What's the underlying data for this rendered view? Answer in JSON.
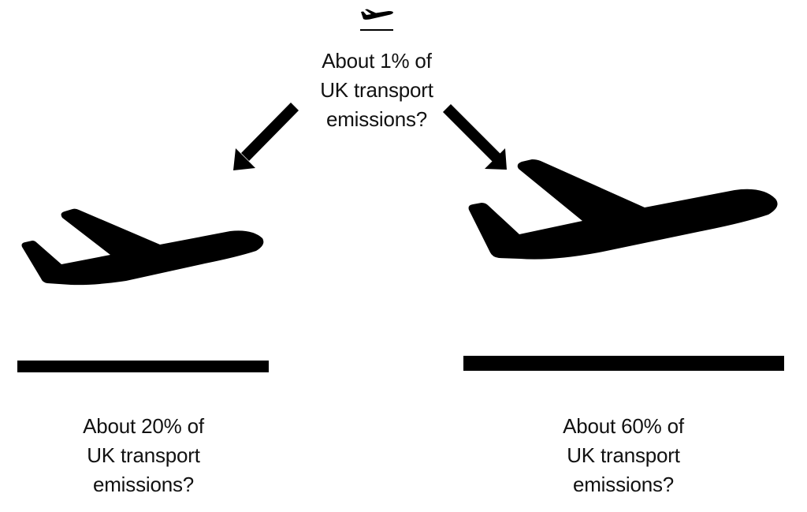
{
  "diagram": {
    "center": {
      "icon": "plane-takeoff-small-icon",
      "lines": [
        "About 1% of",
        "UK transport",
        "emissions?"
      ],
      "value_percent": 1
    },
    "left": {
      "icon": "plane-takeoff-medium-icon",
      "lines": [
        "About 20% of",
        "UK transport",
        "emissions?"
      ],
      "value_percent": 20
    },
    "right": {
      "icon": "plane-takeoff-large-icon",
      "lines": [
        "About 60% of",
        "UK transport",
        "emissions?"
      ],
      "value_percent": 60
    },
    "arrows": [
      {
        "from": "center",
        "to": "left",
        "icon": "arrow-down-left-icon"
      },
      {
        "from": "center",
        "to": "right",
        "icon": "arrow-down-right-icon"
      }
    ],
    "colors": {
      "foreground": "#000000",
      "text": "#111111",
      "background": "#ffffff"
    }
  }
}
